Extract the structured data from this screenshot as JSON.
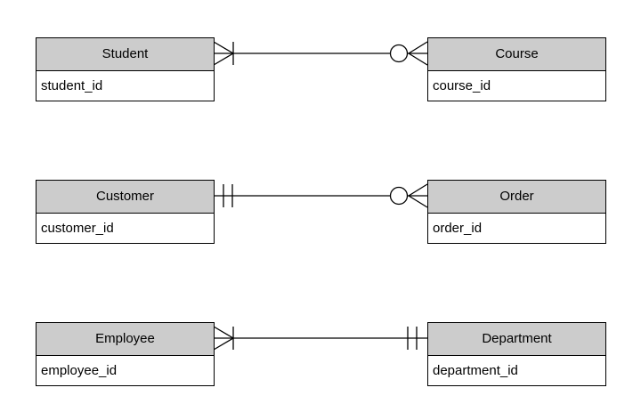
{
  "diagram": {
    "notation": "crow's foot",
    "entities": [
      {
        "name": "Student",
        "attributes": [
          "student_id"
        ]
      },
      {
        "name": "Course",
        "attributes": [
          "course_id"
        ]
      },
      {
        "name": "Customer",
        "attributes": [
          "customer_id"
        ]
      },
      {
        "name": "Order",
        "attributes": [
          "order_id"
        ]
      },
      {
        "name": "Employee",
        "attributes": [
          "employee_id"
        ]
      },
      {
        "name": "Department",
        "attributes": [
          "department_id"
        ]
      }
    ],
    "relationships": [
      {
        "from": "Student",
        "to": "Course",
        "from_cardinality": "one or many (bar + crow's foot)",
        "to_cardinality": "zero or many (circle + crow's foot)"
      },
      {
        "from": "Customer",
        "to": "Order",
        "from_cardinality": "one and only one (double bar)",
        "to_cardinality": "zero or many (circle + crow's foot)"
      },
      {
        "from": "Employee",
        "to": "Department",
        "from_cardinality": "one or many (bar + crow's foot)",
        "to_cardinality": "one and only one (double bar)"
      }
    ]
  },
  "colors": {
    "entity_header_fill": "#cccccc",
    "entity_body_fill": "#ffffff",
    "border": "#000000",
    "text": "#000000",
    "background": "#ffffff"
  }
}
